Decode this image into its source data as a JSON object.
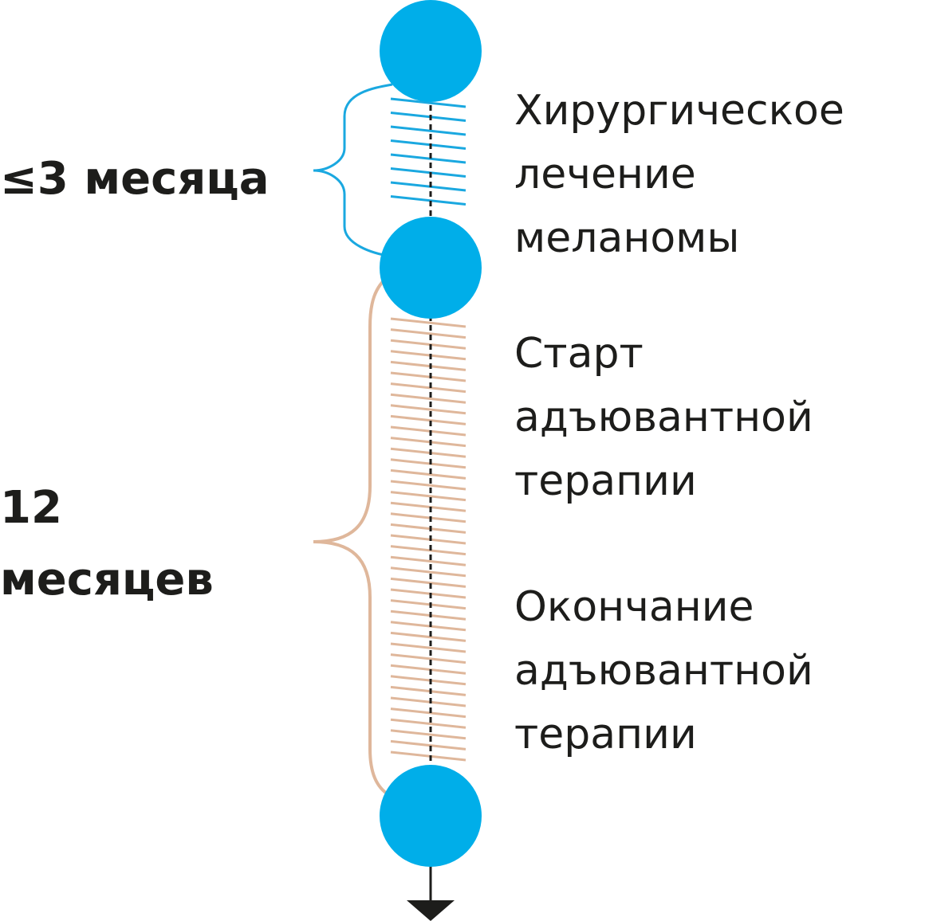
{
  "colors": {
    "node": "#00aee9",
    "phase1": "#1aa8e0",
    "phase2": "#dfb79b",
    "axis": "#1d1d1b",
    "text": "#1d1d1b"
  },
  "phases": [
    {
      "lines": [
        "≤3 месяца"
      ]
    },
    {
      "lines": [
        "12",
        "месяцев"
      ]
    }
  ],
  "events": [
    {
      "lines": [
        "Хирургическое",
        "лечение",
        "меланомы"
      ]
    },
    {
      "lines": [
        "Старт",
        "адъювантной",
        "терапии"
      ]
    },
    {
      "lines": [
        "Окончание",
        "адъювантной",
        "терапии"
      ]
    }
  ]
}
